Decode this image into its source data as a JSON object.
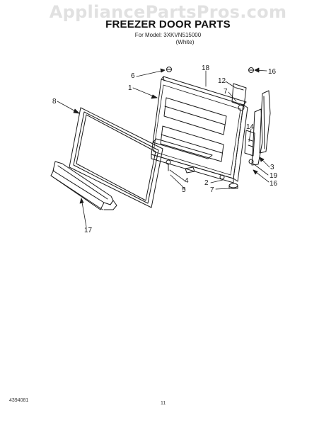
{
  "watermark": "AppliancePartsPros.com",
  "title": "FREEZER DOOR PARTS",
  "model_line": "For Model: 3XKVN515000",
  "variant": "(White)",
  "callouts": [
    "1",
    "2",
    "3",
    "4",
    "5",
    "6",
    "7",
    "7",
    "8",
    "12",
    "14",
    "16",
    "16",
    "17",
    "18",
    "19"
  ],
  "footer": {
    "doc_number": "4394081",
    "page": "11"
  },
  "colors": {
    "line": "#1a1a1a",
    "watermark": "#c8c8c8"
  }
}
